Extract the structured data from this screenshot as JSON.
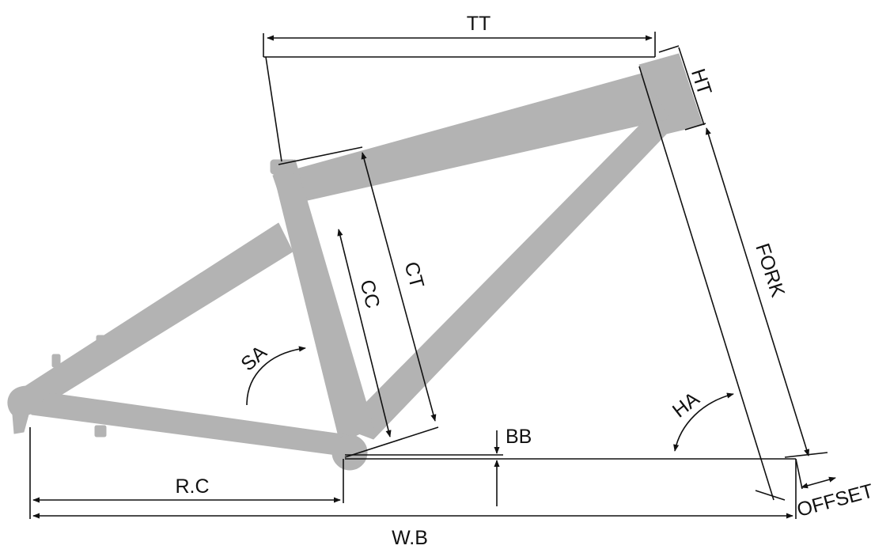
{
  "labels": {
    "tt": "TT",
    "ht": "HT",
    "ct": "CT",
    "cc": "CC",
    "fork": "FORK",
    "sa": "SA",
    "ha": "HA",
    "bb": "BB",
    "offset": "OFFSET",
    "rc": "R.C",
    "wb": "W.B"
  },
  "colors": {
    "frame": "#b3b3b3",
    "line": "#111111"
  }
}
